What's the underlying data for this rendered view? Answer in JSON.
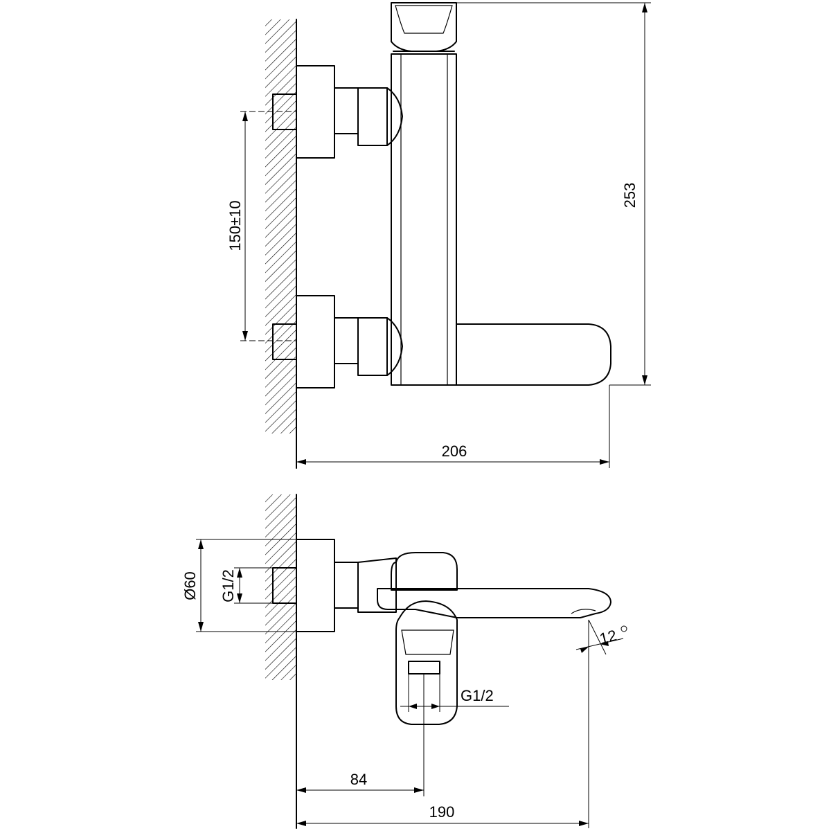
{
  "dimensions": {
    "height_total": "253",
    "inlet_spacing": "150±10",
    "width_top": "206",
    "diameter": "Ø60",
    "thread_inlet": "G1/2",
    "thread_outlet": "G1/2",
    "angle": "12",
    "offset_outlet": "84",
    "projection": "190"
  },
  "colors": {
    "line": "#000000",
    "background": "#ffffff"
  }
}
